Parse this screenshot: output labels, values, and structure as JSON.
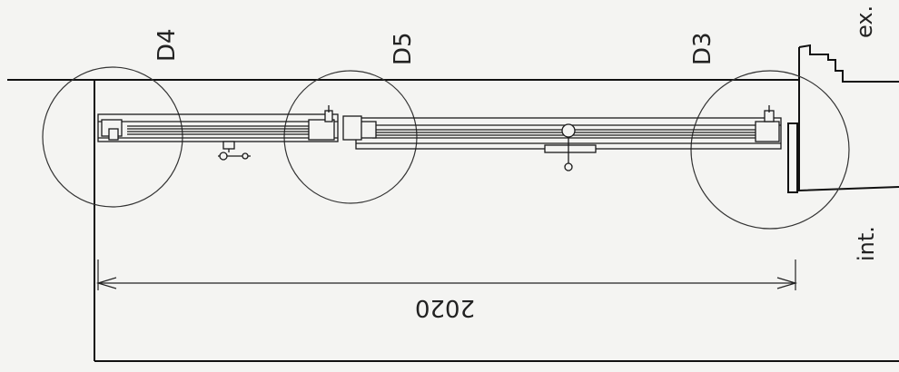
{
  "detail_labels": [
    "D4",
    "D5",
    "D3"
  ],
  "side_labels": {
    "exterior": "ex.",
    "interior": "int."
  },
  "dimension": "2020"
}
